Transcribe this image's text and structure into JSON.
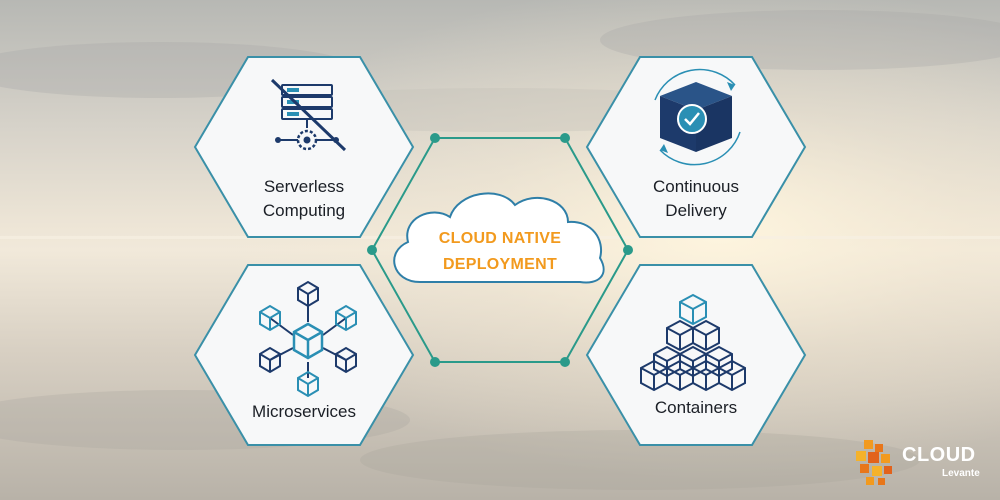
{
  "diagram": {
    "center_title_line1": "CLOUD NATIVE",
    "center_title_line2": "DEPLOYMENT",
    "nodes": [
      {
        "id": "serverless",
        "line1": "Serverless",
        "line2": "Computing",
        "icon": "server-rack-gear-crossed-icon"
      },
      {
        "id": "continuous",
        "line1": "Continuous",
        "line2": "Delivery",
        "icon": "cube-check-cycle-icon"
      },
      {
        "id": "microservices",
        "line1": "Microservices",
        "icon": "connected-cubes-icon"
      },
      {
        "id": "containers",
        "line1": "Containers",
        "icon": "stacked-boxes-icon"
      }
    ]
  },
  "logo": {
    "word": "CLOUD",
    "sub": "Levante",
    "icon": "orange-cubes-logo-icon"
  },
  "colors": {
    "accent_orange": "#f29a1e",
    "hex_border": "#3a90a8",
    "connector": "#2a9a8a",
    "icon_navy": "#1d3a6b",
    "icon_teal": "#2a8fb4"
  }
}
